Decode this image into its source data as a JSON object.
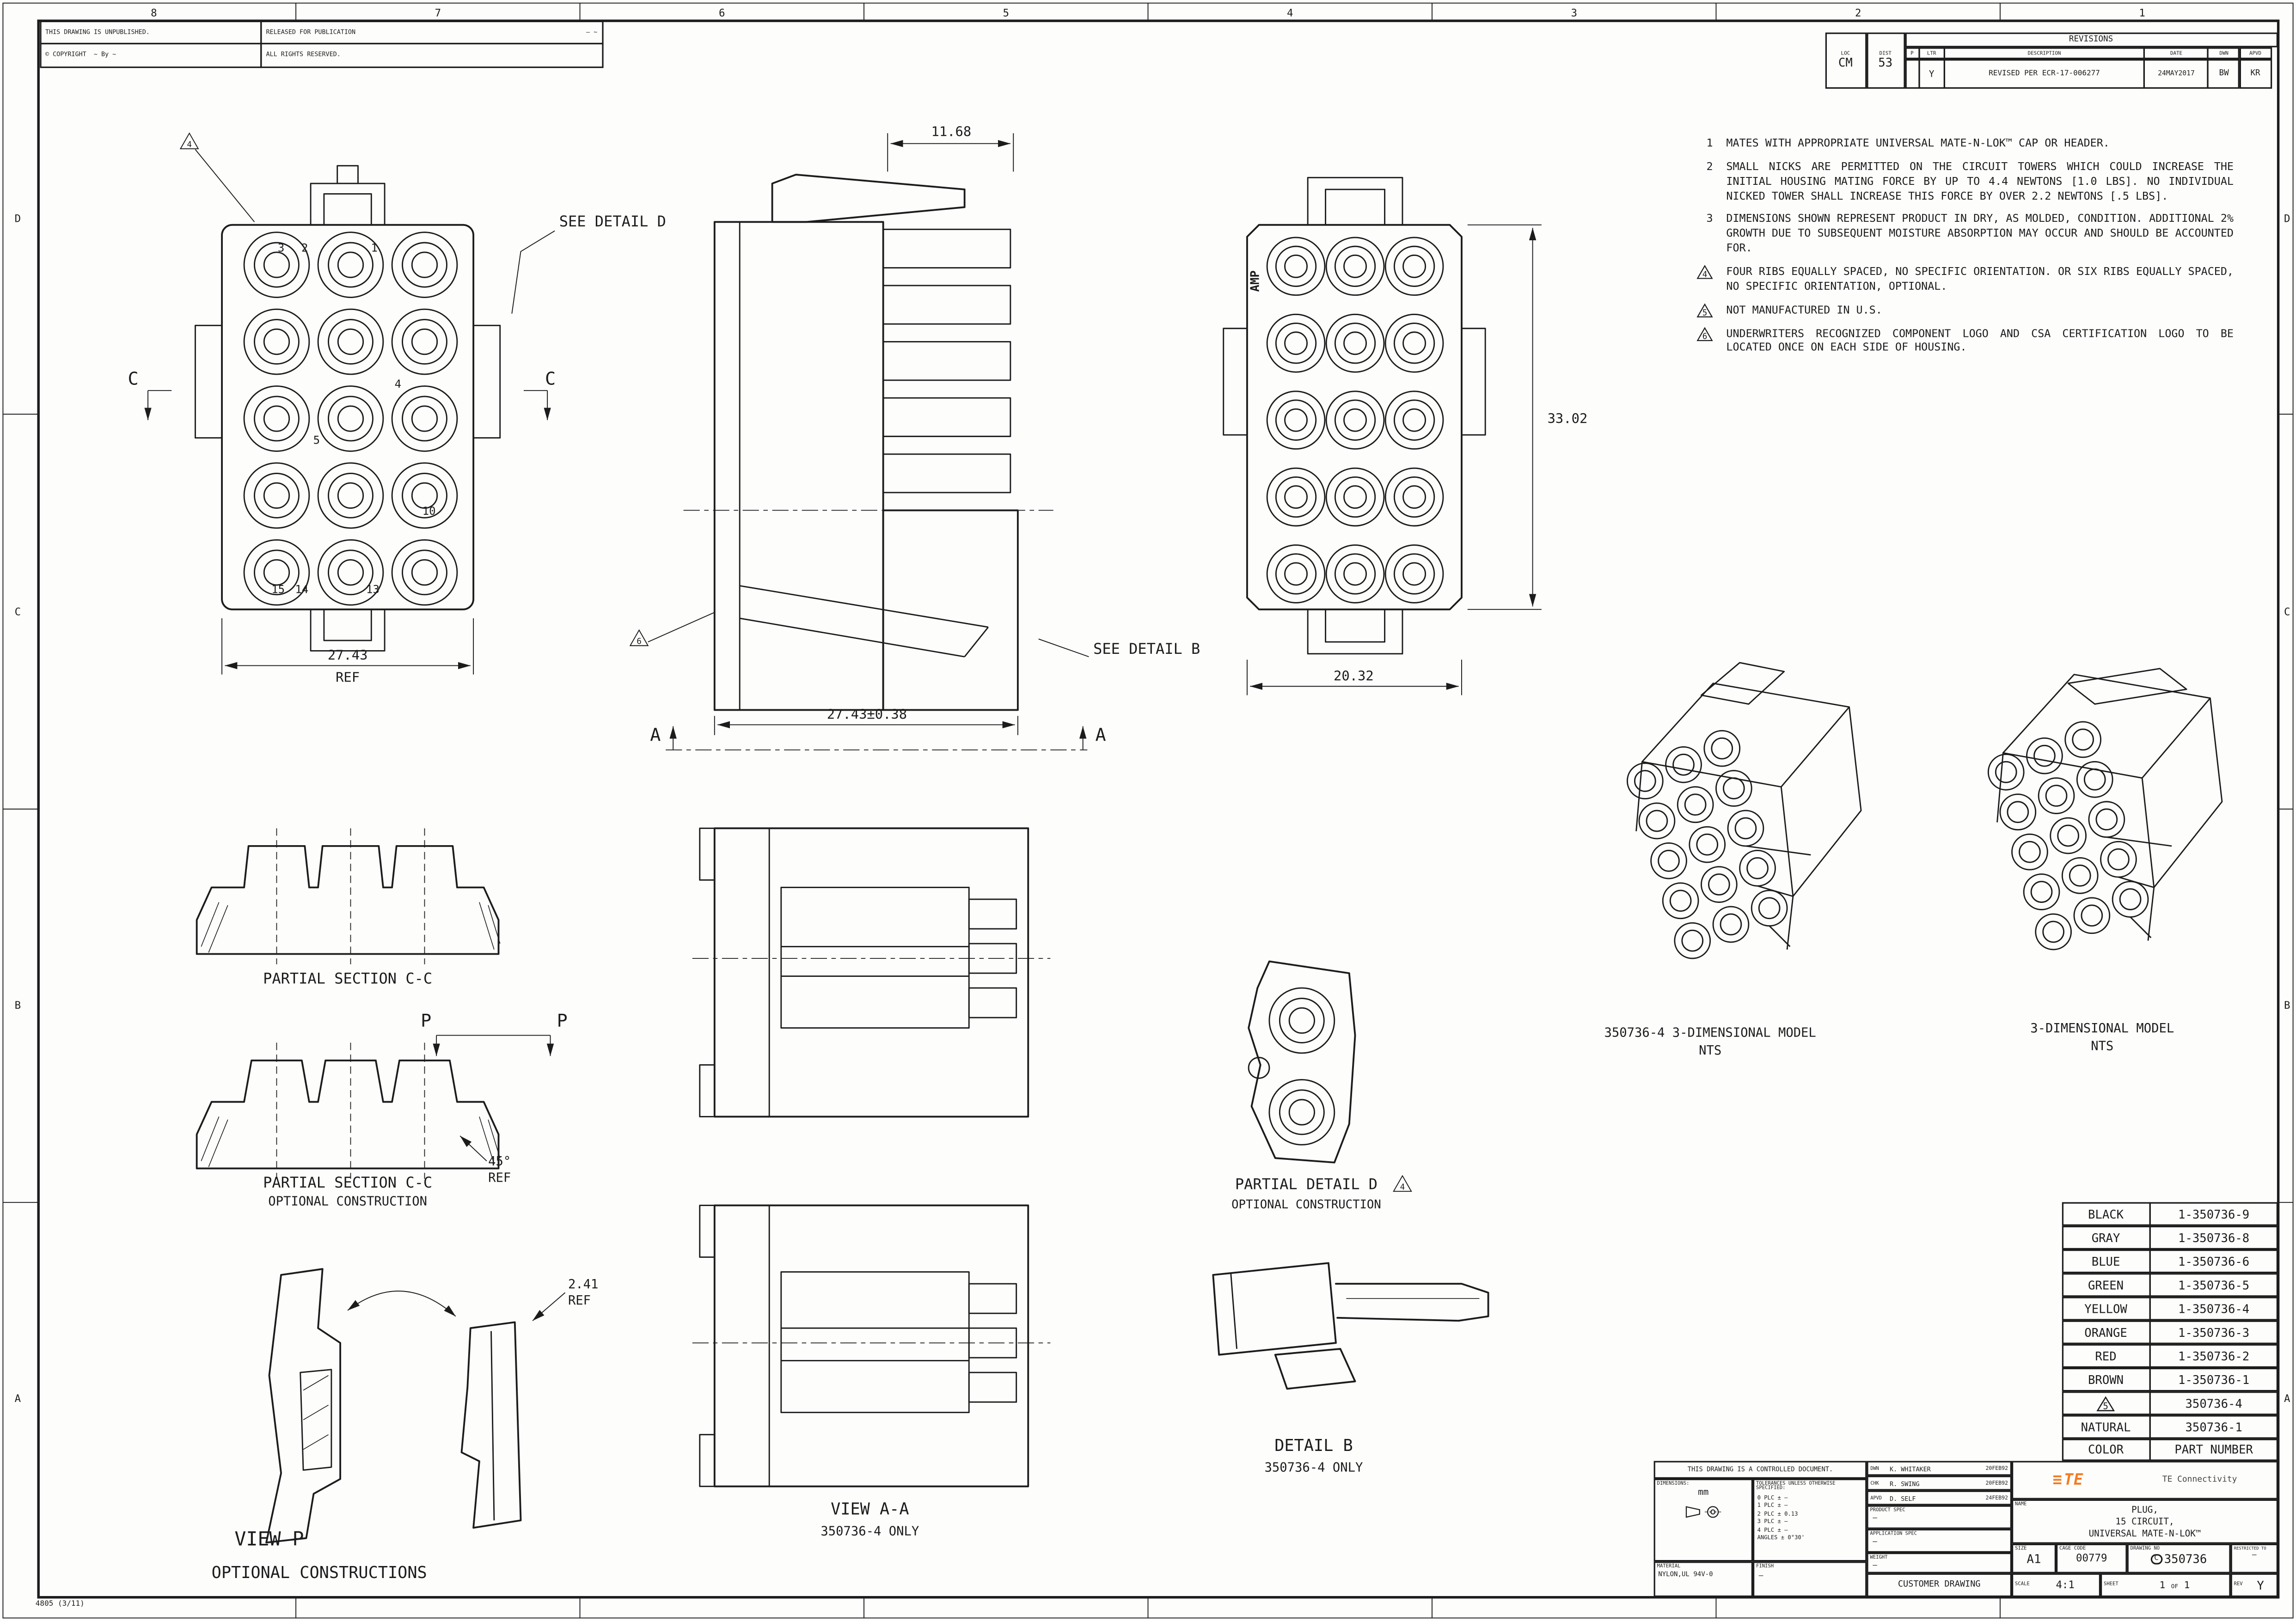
{
  "sheet": {
    "zones_top": [
      "8",
      "7",
      "6",
      "5",
      "4",
      "3",
      "2",
      "1"
    ],
    "zones_left": [
      "D",
      "C",
      "B",
      "A"
    ],
    "form_number": "4805  (3/11)"
  },
  "ownership": {
    "unpublished": "THIS DRAWING IS UNPUBLISHED.",
    "released": "RELEASED FOR PUBLICATION",
    "released_note": "– ~",
    "copyright": "© COPYRIGHT",
    "copyright_note": "~      By ~",
    "rights": "ALL RIGHTS RESERVED."
  },
  "revisions": {
    "loc_label": "LOC",
    "loc_value": "CM",
    "dist_label": "DIST",
    "dist_value": "53",
    "title": "REVISIONS",
    "col_p": "P",
    "col_ltr": "LTR",
    "col_description": "DESCRIPTION",
    "col_date": "DATE",
    "col_dwn": "DWN",
    "col_apvd": "APVD",
    "rows": [
      {
        "ltr": "Y",
        "description": "REVISED PER ECR-17-006277",
        "date": "24MAY2017",
        "dwn": "BW",
        "apvd": "KR"
      }
    ]
  },
  "notes": {
    "items": [
      {
        "num": "1",
        "text": "MATES WITH APPROPRIATE UNIVERSAL MATE-N-LOK™ CAP OR HEADER."
      },
      {
        "num": "2",
        "text": "SMALL NICKS ARE PERMITTED ON THE CIRCUIT TOWERS WHICH COULD INCREASE THE INITIAL HOUSING MATING FORCE BY UP TO 4.4 NEWTONS [1.0 LBS].  NO INDIVIDUAL NICKED TOWER SHALL INCREASE THIS FORCE BY OVER 2.2 NEWTONS [.5 LBS]."
      },
      {
        "num": "3",
        "text": "DIMENSIONS SHOWN REPRESENT PRODUCT IN DRY, AS MOLDED, CONDITION. ADDITIONAL 2% GROWTH DUE TO SUBSEQUENT MOISTURE ABSORPTION MAY OCCUR AND SHOULD BE ACCOUNTED FOR."
      },
      {
        "num": "4",
        "text": "FOUR RIBS EQUALLY SPACED, NO SPECIFIC ORIENTATION. OR SIX RIBS EQUALLY SPACED, NO SPECIFIC ORIENTATION, OPTIONAL."
      },
      {
        "num": "5",
        "text": "NOT MANUFACTURED IN U.S."
      },
      {
        "num": "6",
        "text": "UNDERWRITERS RECOGNIZED COMPONENT LOGO AND CSA CERTIFICATION LOGO TO BE LOCATED ONCE ON EACH SIDE OF HOUSING."
      }
    ]
  },
  "views": {
    "front": {
      "flag": "4",
      "section_letter": "C",
      "dim_width": "27.43",
      "dim_ref": "REF",
      "see_detail": "SEE DETAIL D",
      "pins": [
        "3",
        "2",
        "1",
        "4",
        "5",
        "10",
        "15",
        "14",
        "13"
      ]
    },
    "side": {
      "dim_top": "11.68",
      "dim_bottom": "27.43±0.38",
      "see_detail": "SEE DETAIL B",
      "flag": "6",
      "section_letter": "A"
    },
    "rear": {
      "brand": "AMP",
      "dim_height": "33.02",
      "dim_width": "20.32"
    },
    "section_cc_1": {
      "title": "PARTIAL SECTION C-C"
    },
    "section_cc_2": {
      "title": "PARTIAL SECTION C-C",
      "subtitle": "OPTIONAL CONSTRUCTION",
      "angle": "45°",
      "angle_ref": "REF",
      "marker": "P"
    },
    "view_aa": {
      "title": "VIEW A-A",
      "subtitle": "350736-4 ONLY"
    },
    "detail_d": {
      "title": "PARTIAL DETAIL D",
      "flag": "4",
      "subtitle": "OPTIONAL CONSTRUCTION"
    },
    "detail_b": {
      "title": "DETAIL B",
      "subtitle": "350736-4 ONLY"
    },
    "view_p": {
      "title": "VIEW P",
      "subtitle": "OPTIONAL CONSTRUCTIONS",
      "dim": "2.41",
      "dim_ref": "REF"
    },
    "model_1": {
      "title": "350736-4 3-DIMENSIONAL MODEL",
      "subtitle": "NTS"
    },
    "model_2": {
      "title": "3-DIMENSIONAL MODEL",
      "subtitle": "NTS"
    }
  },
  "part_table": {
    "rows": [
      {
        "color": "BLACK",
        "part": "1-350736-9"
      },
      {
        "color": "GRAY",
        "part": "1-350736-8"
      },
      {
        "color": "BLUE",
        "part": "1-350736-6"
      },
      {
        "color": "GREEN",
        "part": "1-350736-5"
      },
      {
        "color": "YELLOW",
        "part": "1-350736-4"
      },
      {
        "color": "ORANGE",
        "part": "1-350736-3"
      },
      {
        "color": "RED",
        "part": "1-350736-2"
      },
      {
        "color": "BROWN",
        "part": "1-350736-1"
      },
      {
        "color": "5",
        "part": "350736-4"
      },
      {
        "color": "NATURAL",
        "part": "350736-1"
      }
    ],
    "header_color": "COLOR",
    "header_part": "PART NUMBER"
  },
  "title_block": {
    "controlled": "THIS DRAWING IS A CONTROLLED DOCUMENT.",
    "dwn_label": "DWN",
    "dwn_name": "K. WHITAKER",
    "dwn_date": "20FEB92",
    "chk_label": "CHK",
    "chk_name": "R. SWING",
    "chk_date": "20FEB92",
    "apvd_label": "APVD",
    "apvd_name": "D. SELF",
    "apvd_date": "24FEB92",
    "logo_text": "TE",
    "company": "TE Connectivity",
    "name_label": "NAME",
    "product_name_1": "PLUG,",
    "product_name_2": "15 CIRCUIT,",
    "product_name_3": "UNIVERSAL MATE-N-LOK™",
    "dimensions_label": "DIMENSIONS:",
    "dimensions_unit": "mm",
    "tolerances_label": "TOLERANCES UNLESS OTHERWISE SPECIFIED:",
    "tol_rows": [
      "0 PLC   ± –",
      "1 PLC   ± –",
      "2 PLC   ± 0.13",
      "3 PLC   ± –",
      "4 PLC   ± –",
      "ANGLES  ± 0°30'"
    ],
    "material_label": "MATERIAL",
    "material_value": "NYLON,UL 94V-0",
    "finish_label": "FINISH",
    "finish_value": "–",
    "product_spec_label": "PRODUCT SPEC",
    "product_spec_value": "–",
    "application_spec_label": "APPLICATION SPEC",
    "application_spec_value": "–",
    "weight_label": "WEIGHT",
    "weight_value": "–",
    "size_label": "SIZE",
    "size_value": "A1",
    "cage_label": "CAGE CODE",
    "cage_value": "00779",
    "drawing_no_label": "DRAWING NO",
    "drawing_no_prefix": "C",
    "drawing_no_value": "350736",
    "restricted_label": "RESTRICTED TO",
    "restricted_value": "–",
    "scale_label": "SCALE",
    "scale_value": "4:1",
    "sheet_label": "SHEET",
    "sheet_value": "1",
    "of_label": "OF",
    "sheet_total": "1",
    "rev_label": "REV",
    "rev_value": "Y",
    "customer_drawing": "CUSTOMER DRAWING"
  }
}
